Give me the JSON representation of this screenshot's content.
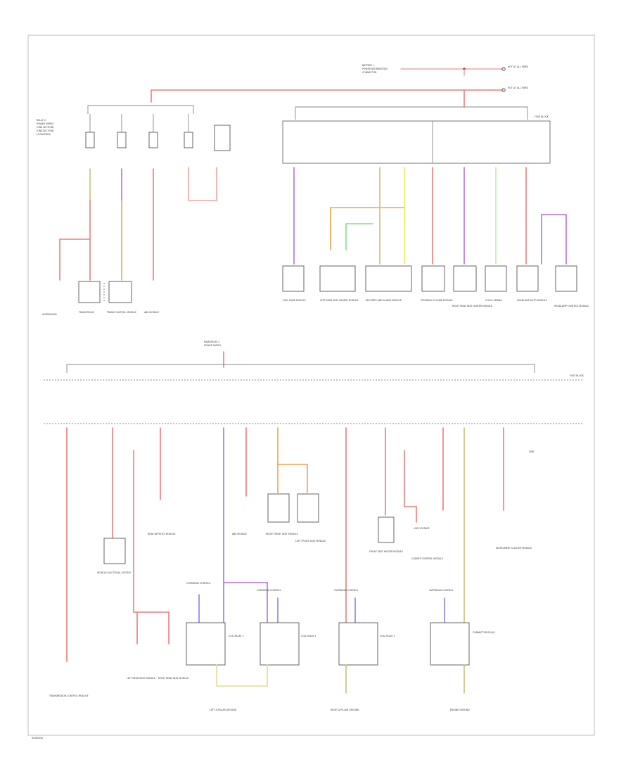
{
  "colors": {
    "red": "#f27a7a",
    "pink": "#f5a3a3",
    "violet": "#b56fe0",
    "orange": "#f6a04d",
    "yellow": "#eeea55",
    "green": "#80e080",
    "blue": "#8080f5",
    "tan": "#cfc070",
    "frame": "#c8c8c8"
  },
  "labels": {
    "footer_code": "0000000",
    "top_left_supply": [
      "RELAY 2",
      "POWER SUPPLY",
      "(ONE SECTION)",
      "(ONE-SECTION)",
      "(3 DIVISION)"
    ],
    "top_right_source_1": [
      "BATTERY +",
      "POWER DISTRIBUTION",
      "CONNECTOR"
    ],
    "top_right_source_2": [
      "HOT AT ALL TIMES"
    ],
    "top_right_source_3": [
      "HOT AT ALL TIMES"
    ],
    "top_fuse_block": "FUSE BLOCK",
    "mid_fuse_block": "FUSE BLOCK",
    "mid_relay": [
      "MAIN RELAY 2",
      "POWER SUPPLY"
    ],
    "loads_top_left": [
      "SUSPENSION",
      "TRANS RELAY",
      "TRANS CONTROL MODULE",
      "ABS MODULE"
    ],
    "loads_top_right": [
      "FUEL PUMP MODULE",
      "LEFT REAR SEAT HEATER MODULE",
      "SECURITY AND ALARM MODULE",
      "STEERING COLUMN MODULE",
      "RIGHT REAR SEAT HEATER MODULE",
      "CLOCK SPRING",
      "HEADLAMP AUTO MODULE",
      "HEADLAMP CONTROL MODULE"
    ],
    "loads_bottom": [
      "VEHICLE ELECTRICAL SYSTEM",
      "REAR DEFROST MODULE",
      "ABS MODULE",
      "RIGHT FRONT SEAT MODULE",
      "LEFT FRONT SEAT MODULE",
      "FRONT SEAT HEATER MODULE",
      "LOW VOLTAGE",
      "CLIMATE CONTROL MODULE",
      "INSTRUMENT CLUSTER MODULE"
    ],
    "relays": [
      "OVERHEAD CONTROL",
      "OVERHEAD CONTROL",
      "OVERHEAD CONTROL",
      "OVERHEAD CONTROL"
    ],
    "relay_names": [
      "COIL RELAY 1",
      "COIL RELAY 2",
      "COIL RELAY 3",
      "CONNECTOR RELAY"
    ],
    "grounds": [
      "LEFT A-PILLAR GROUND",
      "RIGHT A-PILLAR GROUND",
      "ENGINE GROUND"
    ],
    "bottom_left": [
      "TRANSMISSION CONTROL MODULE",
      "LEFT REAR SEAT MODULE",
      "RIGHT REAR SEAT MODULE"
    ],
    "gnd_ref": "GND"
  }
}
